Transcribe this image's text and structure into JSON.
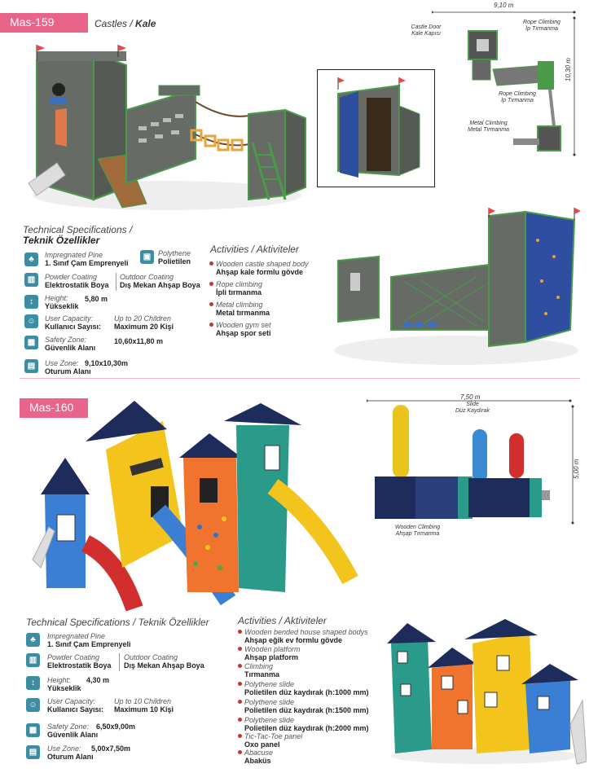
{
  "sections": [
    {
      "code": "Mas-159",
      "title_en": "Castles",
      "title_tr": "Kale",
      "specs_heading_en": "Technical Specifications /",
      "specs_heading_tr": "Teknik Özellikler",
      "materials": [
        {
          "en": "Impregnated Pine",
          "tr": "1. Sınıf Çam Emprenyeli"
        },
        {
          "en": "Polythene",
          "tr": "Polietilen"
        },
        {
          "en": "Powder Coating",
          "tr": "Elektrostatik Boya"
        },
        {
          "en": "Outdoor Coating",
          "tr": "Dış Mekan Ahşap Boya"
        }
      ],
      "height": {
        "en": "Height:",
        "tr": "Yükseklik",
        "value": "5,80 m"
      },
      "capacity": {
        "en": "User Capacity:",
        "tr": "Kullanıcı Sayısı:",
        "value_en": "Up to 20 Children",
        "value_tr": "Maximum 20 Kişi"
      },
      "safety": {
        "en": "Safety Zone:",
        "tr": "Güvenlik Alanı",
        "value": "10,60x11,80 m"
      },
      "use_zone": {
        "en": "Use Zone:",
        "tr": "Oturum Alanı",
        "value": "9,10x10,30m"
      },
      "activities_heading": "Activities / Aktiviteler",
      "activities": [
        {
          "en": "Wooden castle shaped body",
          "tr": "Ahşap kale formlu gövde"
        },
        {
          "en": "Rope climbing",
          "tr": "İpli tırmanma"
        },
        {
          "en": "Metal climbing",
          "tr": "Metal tırmanma"
        },
        {
          "en": "Wooden gym set",
          "tr": "Ahşap spor seti"
        }
      ],
      "plan": {
        "width_label": "9,10 m",
        "height_label": "10,30 m",
        "labels": [
          {
            "en": "Castle Door",
            "tr": "Kale Kapısı"
          },
          {
            "en": "Rope Climbing",
            "tr": "İp Tırmanma"
          },
          {
            "en": "Rope Climbing",
            "tr": "İp Tırmanma"
          },
          {
            "en": "Metal Climbing",
            "tr": "Metal Tırmanma"
          }
        ]
      }
    },
    {
      "code": "Mas-160",
      "specs_heading_en": "Technical Specifications /",
      "specs_heading_tr": "Teknik Özellikler",
      "materials": [
        {
          "en": "Impregnated Pine",
          "tr": "1. Sınıf Çam Emprenyeli"
        },
        {
          "en": "Powder Coating",
          "tr": "Elektrostatik Boya"
        },
        {
          "en": "Outdoor Coating",
          "tr": "Dış Mekan Ahşap Boya"
        }
      ],
      "height": {
        "en": "Height:",
        "tr": "Yükseklik",
        "value": "4,30 m"
      },
      "capacity": {
        "en": "User Capacity:",
        "tr": "Kullanıcı Sayısı:",
        "value_en": "Up to 10 Children",
        "value_tr": "Maximum 10 Kişi"
      },
      "safety": {
        "en": "Safety Zone:",
        "tr": "Güvenlik Alanı",
        "value": "6,50x9,00m"
      },
      "use_zone": {
        "en": "Use Zone:",
        "tr": "Oturum Alanı",
        "value": "5,00x7,50m"
      },
      "activities_heading": "Activities / Aktiviteler",
      "activities": [
        {
          "en": "Wooden bended house shaped bodys",
          "tr": "Ahşap eğik ev formlu gövde"
        },
        {
          "en": "Wooden platform",
          "tr": "Ahşap platform"
        },
        {
          "en": "Climbing",
          "tr": "Tırmanma"
        },
        {
          "en": "Polythene slide",
          "tr": "Polietilen düz kaydırak (h:1000 mm)"
        },
        {
          "en": "Polythene slide",
          "tr": "Polietilen düz kaydırak (h:1500 mm)"
        },
        {
          "en": "Polythene slide",
          "tr": "Polietilen düz kaydırak (h:2000 mm)"
        },
        {
          "en": "Tic-Tac-Toe panel",
          "tr": "Oxo panel"
        },
        {
          "en": "Abacuse",
          "tr": "Abaküs"
        }
      ],
      "plan": {
        "width_label": "7,50 m",
        "height_label": "5,00 m",
        "labels": [
          {
            "en": "Slide",
            "tr": "Düz Kaydırak"
          },
          {
            "en": "Wooden Climbing",
            "tr": "Ahşap Tırmanma"
          }
        ]
      }
    }
  ],
  "colors": {
    "accent_pink": "#e9648b",
    "icon_teal": "#3c8da2",
    "bullet_red": "#c0392b"
  }
}
